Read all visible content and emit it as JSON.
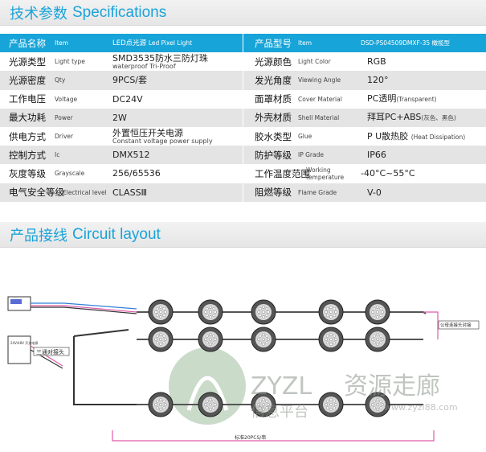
{
  "spec_title": {
    "cn": "技术参数",
    "en": "Specifications"
  },
  "circuit_title": {
    "cn": "产品接线",
    "en": "Circuit layout"
  },
  "left_header": {
    "k": "产品名称",
    "ke": "Item",
    "v": "LED点光源",
    "ve": "Led Pixel Light"
  },
  "right_header": {
    "k": "产品型号",
    "ke": "Item",
    "v": "DSD-PS04509DMXF-35 橄榄型"
  },
  "left_rows": [
    {
      "k": "光源类型",
      "ke": "Light type",
      "v": "SMD3535防水三防灯珠",
      "sub": "waterproof Tri-Proof"
    },
    {
      "k": "光源密度",
      "ke": "Qty",
      "v": "9PCS/套",
      "sub": ""
    },
    {
      "k": "工作电压",
      "ke": "Voltage",
      "v": "DC24V",
      "sub": ""
    },
    {
      "k": "最大功耗",
      "ke": "Power",
      "v": "2W",
      "sub": ""
    },
    {
      "k": "供电方式",
      "ke": "Driver",
      "v": "外置恒压开关电源",
      "sub": "Constant voltage power supply"
    },
    {
      "k": "控制方式",
      "ke": "Ic",
      "v": "DMX512",
      "sub": ""
    },
    {
      "k": "灰度等级",
      "ke": "Grayscale",
      "v": "256/65536",
      "sub": ""
    },
    {
      "k": "电气安全等级",
      "ke": "Electrical level",
      "v": "CLASSⅢ",
      "sub": ""
    }
  ],
  "right_rows": [
    {
      "k": "光源颜色",
      "ke": "Light Color",
      "v": "RGB",
      "ve": ""
    },
    {
      "k": "发光角度",
      "ke": "Viewing Angle",
      "v": "120°",
      "ve": ""
    },
    {
      "k": "面罩材质",
      "ke": "Cover Material",
      "v": "PC透明",
      "ve": "(Transparent)"
    },
    {
      "k": "外壳材质",
      "ke": "Shell Material",
      "v": "拜耳PC+ABS",
      "ve": "(灰色、黑色)"
    },
    {
      "k": "胶水类型",
      "ke": "Glue",
      "v": "P U散热胶",
      "ve": "(Heat Dissipation)"
    },
    {
      "k": "防护等级",
      "ke": "IP Grade",
      "v": "IP66",
      "ve": ""
    },
    {
      "k": "工作温度范围",
      "ke": "Working temperature",
      "v": "-40°C~55°C",
      "ve": ""
    },
    {
      "k": "阻燃等级",
      "ke": "Flame Grade",
      "v": "V-0",
      "ve": ""
    }
  ],
  "diagram": {
    "controller_label": "24V/48V 开关电源",
    "tee_label": "三通对接头",
    "male_connector_label": "公母连接头对接",
    "length_label": "标准20PCS/串"
  },
  "watermark": {
    "brand": "ZYZL",
    "cn": "资源走廊",
    "sub": "信息平台",
    "url": "www.zyzl88.com"
  },
  "colors": {
    "accent": "#17a4d8",
    "wire_pink": "#e05aa8",
    "wire_blue": "#2f7fd6"
  }
}
